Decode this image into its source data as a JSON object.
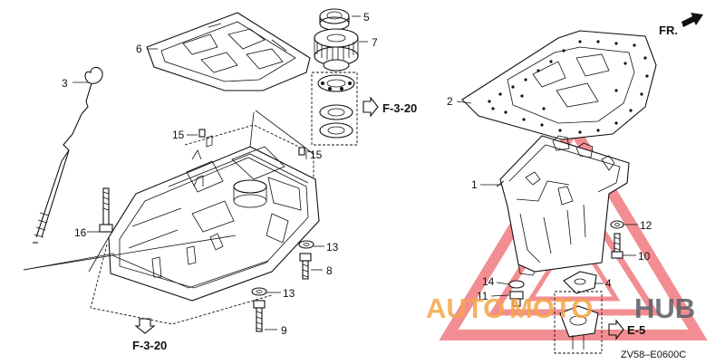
{
  "parts": [
    {
      "id": "p1",
      "label": "1"
    },
    {
      "id": "p2",
      "label": "2"
    },
    {
      "id": "p3",
      "label": "3"
    },
    {
      "id": "p4",
      "label": "4"
    },
    {
      "id": "p5",
      "label": "5"
    },
    {
      "id": "p6",
      "label": "6"
    },
    {
      "id": "p7",
      "label": "7"
    },
    {
      "id": "p8",
      "label": "8"
    },
    {
      "id": "p9",
      "label": "9"
    },
    {
      "id": "p10",
      "label": "10"
    },
    {
      "id": "p11",
      "label": "11"
    },
    {
      "id": "p12",
      "label": "12"
    },
    {
      "id": "p13a",
      "label": "13"
    },
    {
      "id": "p13b",
      "label": "13"
    },
    {
      "id": "p14",
      "label": "14"
    },
    {
      "id": "p15a",
      "label": "15"
    },
    {
      "id": "p15b",
      "label": "15"
    },
    {
      "id": "p16",
      "label": "16"
    }
  ],
  "references": {
    "f320_top": "F-3-20",
    "f320_bottom": "F-3-20",
    "e5": "E-5"
  },
  "direction": "FR.",
  "diagram_code": "ZV58–E0600C",
  "watermark": {
    "part1": "AUTO",
    "part2": "MOTO",
    "part3": "HUB",
    "accent_color": "#f4a64a",
    "dark_color": "#5a5e66",
    "logo_color": "#e8323a"
  }
}
